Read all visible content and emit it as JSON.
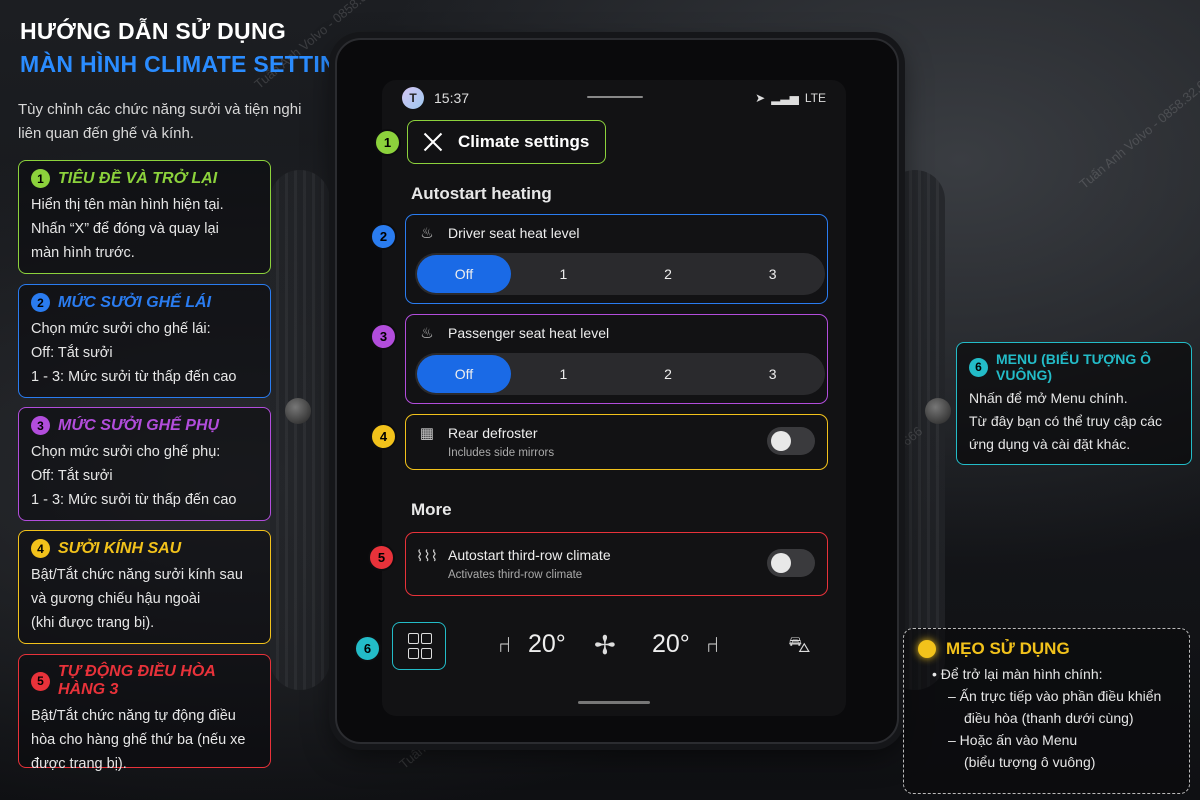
{
  "guide": {
    "title_line1": "HƯỚNG DẪN SỬ DỤNG",
    "title_line2": "MÀN HÌNH CLIMATE SETTINGS",
    "intro_line1": "Tùy chỉnh các chức năng sưởi và tiện nghi",
    "intro_line2": "liên quan đến ghế và kính."
  },
  "cards": [
    {
      "num": "1",
      "color": "#8cd23c",
      "title": "TIÊU ĐỀ VÀ TRỞ LẠI",
      "lines": [
        "Hiển thị tên màn hình hiện tại.",
        "Nhấn “X” để đóng và quay lại",
        "màn hình trước."
      ]
    },
    {
      "num": "2",
      "color": "#2a7cf0",
      "title": "MỨC SƯỞI GHẾ LÁI",
      "lines": [
        "Chọn mức sưởi cho ghế lái:",
        "Off: Tắt sưởi",
        "1 - 3: Mức sưởi từ thấp đến cao"
      ]
    },
    {
      "num": "3",
      "color": "#b24ddc",
      "title": "MỨC SƯỞI GHẾ PHỤ",
      "lines": [
        "Chọn mức sưởi cho ghế phụ:",
        "Off: Tắt sưởi",
        "1 - 3: Mức sưởi từ thấp đến cao"
      ]
    },
    {
      "num": "4",
      "color": "#f2c21b",
      "title": "SƯỞI KÍNH SAU",
      "lines": [
        "Bật/Tắt chức năng sưởi kính sau",
        "và gương chiếu hậu ngoài",
        "(khi được trang bị)."
      ]
    },
    {
      "num": "5",
      "color": "#e8323a",
      "title": "TỰ ĐỘNG ĐIỀU HÒA HÀNG 3",
      "lines": [
        "Bật/Tắt chức năng tự động điều",
        "hòa cho hàng ghế thứ ba (nếu xe",
        "được trang bị)."
      ]
    }
  ],
  "screen": {
    "avatar": "T",
    "time": "15:37",
    "network": "LTE",
    "header_title": "Climate settings",
    "section_autostart": "Autostart heating",
    "driver": {
      "label": "Driver seat heat level",
      "options": [
        "Off",
        "1",
        "2",
        "3"
      ]
    },
    "passenger": {
      "label": "Passenger seat heat level",
      "options": [
        "Off",
        "1",
        "2",
        "3"
      ]
    },
    "rear_defroster": {
      "label": "Rear defroster",
      "sub": "Includes side mirrors"
    },
    "section_more": "More",
    "third_row": {
      "label": "Autostart third-row climate",
      "sub": "Activates third-row climate"
    },
    "temp_left": "20°",
    "temp_right": "20°"
  },
  "menu_card": {
    "num": "6",
    "title": "MENU (BIỂU TƯỢNG Ô VUÔNG)",
    "lines": [
      "Nhấn để mở Menu chính.",
      "Từ đây bạn có thể truy cập các",
      "ứng dụng và cài đặt khác."
    ]
  },
  "tip": {
    "title": "MẸO SỬ DỤNG",
    "l1": "• Để trở lại màn hình chính:",
    "l2": "– Ấn trực tiếp vào phần điều khiển",
    "l3": "điều hòa (thanh dưới cùng)",
    "l4": "– Hoặc ấn vào Menu",
    "l5": "(biểu tượng ô vuông)"
  },
  "watermark": "Tuấn Anh Volvo - 0858.32.6666",
  "colors": {
    "green": "#8cd23c",
    "blue": "#2a7cf0",
    "purple": "#b24ddc",
    "yellow": "#f2c21b",
    "red": "#e8323a",
    "cyan": "#23bcc8",
    "selected": "#1a6ae6"
  },
  "icons": [
    "close-icon",
    "seat-heat-icon",
    "rear-defrost-icon",
    "third-row-climate-icon",
    "menu-grid-icon",
    "fan-icon",
    "car-icon",
    "lightbulb-icon",
    "navigation-arrow-icon",
    "signal-icon"
  ]
}
